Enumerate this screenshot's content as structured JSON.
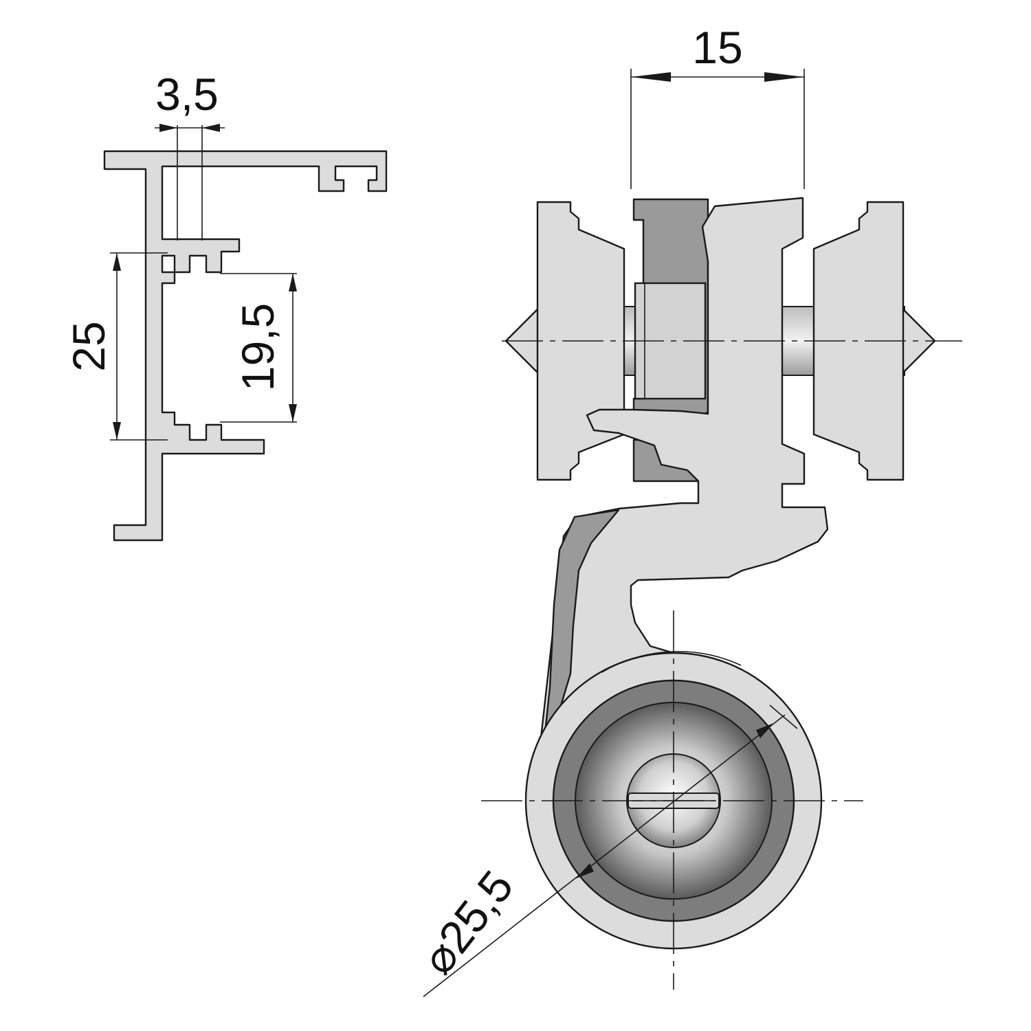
{
  "dimensions": {
    "profile_slot_width": "3,5",
    "profile_height": "25",
    "profile_inner_height": "19,5",
    "carriage_width": "15",
    "roller_diameter": "⌀25,5"
  }
}
